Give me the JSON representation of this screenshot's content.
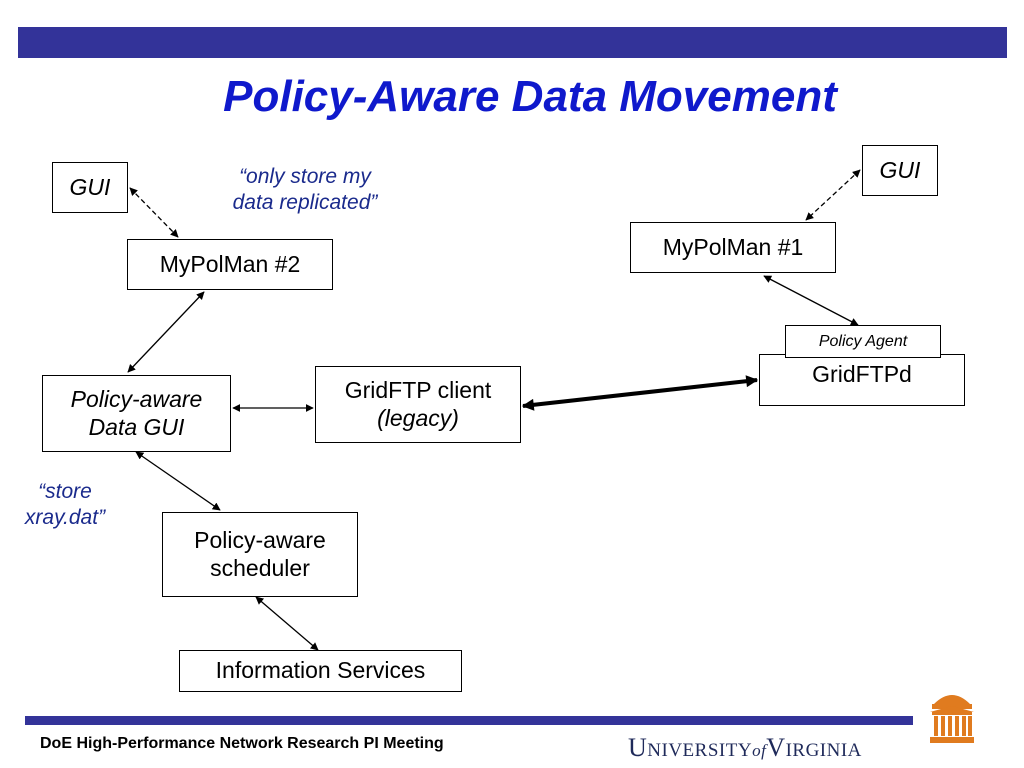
{
  "title": "Policy-Aware Data Movement",
  "nodes": {
    "gui_left": "GUI",
    "gui_right": "GUI",
    "mypolman2": "MyPolMan #2",
    "mypolman1": "MyPolMan #1",
    "policy_agent": "Policy Agent",
    "gridftpd": "GridFTPd",
    "gridftp_client": {
      "line1": "GridFTP client",
      "line2": "(legacy)"
    },
    "data_gui": {
      "line1": "Policy-aware",
      "line2": "Data GUI"
    },
    "scheduler": {
      "line1": "Policy-aware",
      "line2": "scheduler"
    },
    "info_services": "Information Services"
  },
  "notes": {
    "replicated": {
      "line1": "“only store my",
      "line2": "data replicated”"
    },
    "store": {
      "line1": "“store",
      "line2": "xray.dat”"
    }
  },
  "footer": {
    "meeting": "DoE High-Performance Network Research PI Meeting",
    "logo": "University of Virginia"
  },
  "colors": {
    "bar": "#333399",
    "title": "#0f19cc",
    "note": "#1a2a8c",
    "logo": "#1f2a5a",
    "rotunda": "#e07b1f"
  },
  "icons": {
    "logo_mark": "rotunda-icon"
  }
}
